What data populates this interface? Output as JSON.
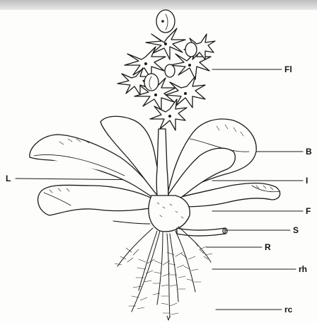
{
  "figure": {
    "labels": [
      {
        "id": "fl",
        "text": "Fl"
      },
      {
        "id": "b",
        "text": "B"
      },
      {
        "id": "l",
        "text": "L"
      },
      {
        "id": "i",
        "text": "I"
      },
      {
        "id": "f",
        "text": "F"
      },
      {
        "id": "s",
        "text": "S"
      },
      {
        "id": "r",
        "text": "R"
      },
      {
        "id": "rh",
        "text": "rh"
      },
      {
        "id": "rc",
        "text": "rc"
      }
    ],
    "colors": {
      "ink": "#1a1a1a",
      "paper": "#fdfdfb",
      "header": "#cfcfcf"
    }
  }
}
